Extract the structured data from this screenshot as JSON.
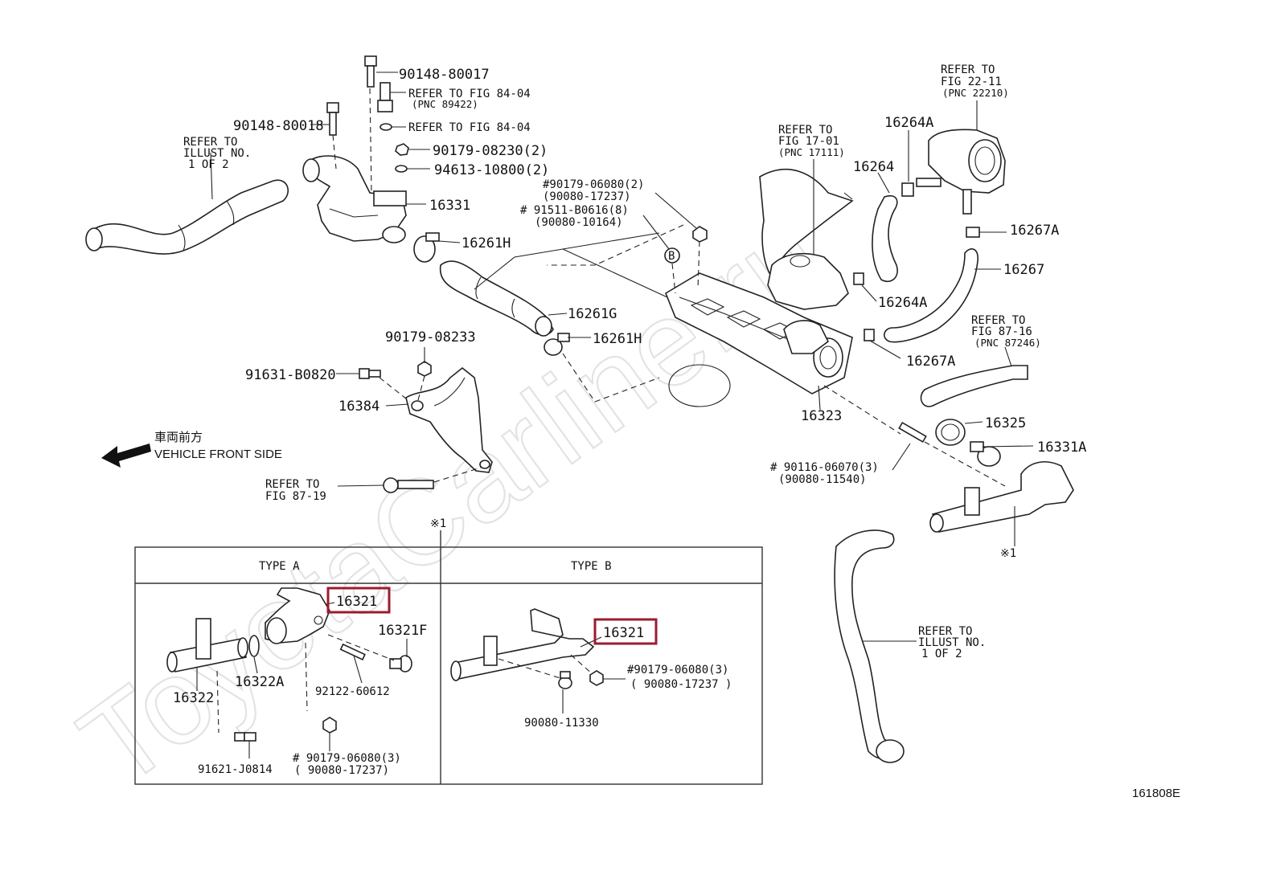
{
  "watermark": "ToyotaCarline.ru",
  "diagram_id": "161808E",
  "direction": {
    "japanese": "車両前方",
    "english": "VEHICLE FRONT SIDE"
  },
  "note_mark": "※1",
  "highlight_color": "#9b1b30",
  "labels": {
    "p90148_80017": "90148-80017",
    "p90148_80018": "90148-80018",
    "ref_84_04_a_1": "REFER TO FIG 84-04",
    "ref_84_04_a_2": "(PNC 89422)",
    "ref_84_04_b": "REFER TO FIG 84-04",
    "p90179_08230": "90179-08230(2)",
    "p94613_10800": "94613-10800(2)",
    "ref_illust_1": "REFER TO",
    "ref_illust_2": "ILLUST NO.",
    "ref_illust_3": "1 OF 2",
    "p16331": "16331",
    "p16261H_a": "16261H",
    "p16261G": "16261G",
    "p16261H_b": "16261H",
    "p90179_08233": "90179-08233",
    "p91631_B0820": "91631-B0820",
    "p16384": "16384",
    "ref_87_19_1": "REFER TO",
    "ref_87_19_2": "FIG 87-19",
    "h1_1": "#90179-06080(2)",
    "h1_2": "(90080-17237)",
    "h2_1": "#  91511-B0616(8)",
    "h2_2": "(90080-10164)",
    "circle_b": "B",
    "ref_17_01_1": "REFER TO",
    "ref_17_01_2": "FIG 17-01",
    "ref_17_01_3": "(PNC 17111)",
    "p16264A_a": "16264A",
    "p16264": "16264",
    "ref_22_11_1": "REFER TO",
    "ref_22_11_2": "FIG 22-11",
    "ref_22_11_3": "(PNC 22210)",
    "p16267A_a": "16267A",
    "p16267": "16267",
    "p16264A_b": "16264A",
    "p16267A_b": "16267A",
    "ref_87_16_1": "REFER TO",
    "ref_87_16_2": "FIG 87-16",
    "ref_87_16_3": "(PNC 87246)",
    "p16323": "16323",
    "p16325": "16325",
    "p16331A": "16331A",
    "h3_1": "#  90116-06070(3)",
    "h3_2": "(90080-11540)",
    "ref_illust_b_1": "REFER TO",
    "ref_illust_b_2": "ILLUST NO.",
    "ref_illust_b_3": "1 OF 2"
  },
  "inset": {
    "type_a": "TYPE  A",
    "type_b": "TYPE  B",
    "a_16321": "16321",
    "a_16321F": "16321F",
    "a_16322": "16322",
    "a_16322A": "16322A",
    "a_92122": "92122-60612",
    "a_91621": "91621-J0814",
    "a_h_1": "# 90179-06080(3)",
    "a_h_2": "( 90080-17237)",
    "b_16321": "16321",
    "b_h_1": "#90179-06080(3)",
    "b_h_2": "( 90080-17237 )",
    "b_90080": "90080-11330"
  }
}
